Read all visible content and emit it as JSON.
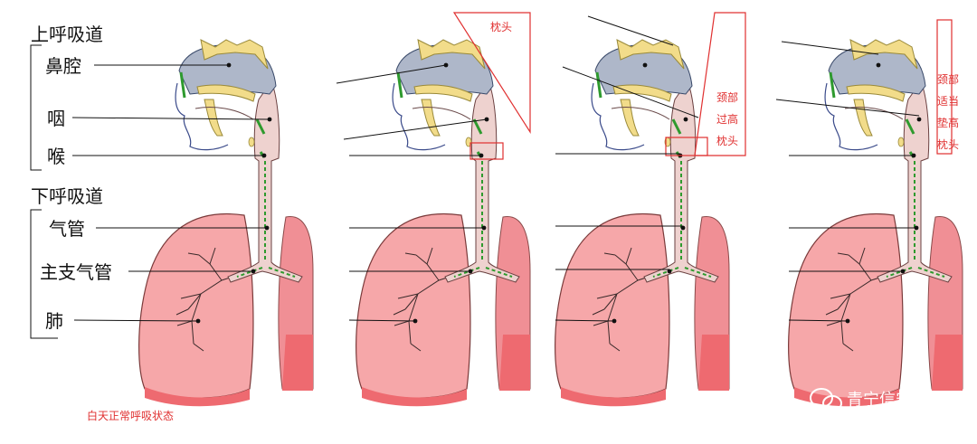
{
  "labels": {
    "upper": "上呼吸道",
    "nasal": "鼻腔",
    "pharynx": "咽",
    "larynx": "喉",
    "lower": "下呼吸道",
    "trachea": "气管",
    "bronchus": "主支气管",
    "lung": "肺"
  },
  "captions": {
    "daytime": "白天正常呼吸状态",
    "pillow2": "枕头",
    "neck_high": [
      "颈部",
      "过高",
      "枕头"
    ],
    "neck_ok": [
      "颈部",
      "适当",
      "垫高",
      "枕头"
    ]
  },
  "watermark": "青宁信安",
  "colors": {
    "lung": "#f6a7a9",
    "lung_dark": "#ee6a70",
    "airway": "#eed2cf",
    "green": "#2e9a2e",
    "cavity": "#aeb7c9",
    "bone": "#f2dc8a",
    "annot": "#e03030"
  }
}
